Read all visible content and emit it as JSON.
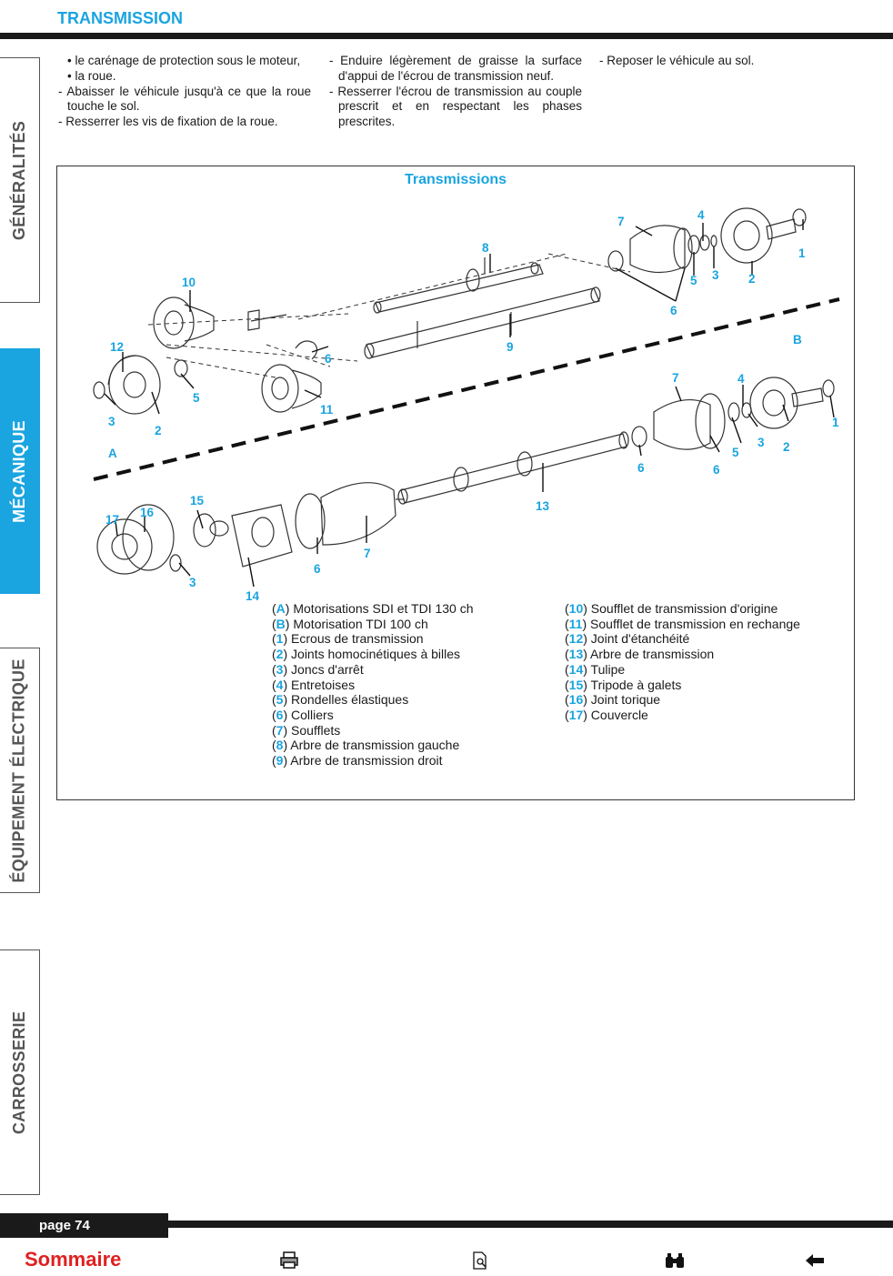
{
  "header": {
    "title": "TRANSMISSION"
  },
  "side_tabs": [
    {
      "label": "GÉNÉRALITÉS",
      "active": false
    },
    {
      "label": "MÉCANIQUE",
      "active": true
    },
    {
      "label": "ÉQUIPEMENT ÉLECTRIQUE",
      "active": false
    },
    {
      "label": "CARROSSERIE",
      "active": false
    }
  ],
  "columns": {
    "col1": [
      "• le carénage de protection sous le moteur,",
      "• la roue.",
      "- Abaisser le véhicule jusqu'à ce que la roue touche le sol.",
      "- Resserrer les vis de fixation de la roue."
    ],
    "col2": [
      "- Enduire légèrement de graisse la surface d'appui de l'écrou de transmission neuf.",
      "- Resserrer l'écrou de transmission au couple prescrit et en respectant les phases prescrites."
    ],
    "col3": [
      "- Reposer le véhicule au sol."
    ]
  },
  "figure": {
    "title": "Transmissions",
    "callouts": {
      "n1": "1",
      "n2": "2",
      "n3": "3",
      "n4": "4",
      "n5": "5",
      "n6": "6",
      "n7": "7",
      "n8": "8",
      "n9": "9",
      "n10": "10",
      "n11": "11",
      "n12": "12",
      "n13": "13",
      "n14": "14",
      "n15": "15",
      "n16": "16",
      "n17": "17",
      "A": "A",
      "B": "B"
    },
    "legend_left": [
      {
        "key": "A",
        "text": " Motorisations SDI et TDI 130 ch"
      },
      {
        "key": "B",
        "text": " Motorisation TDI 100 ch"
      },
      {
        "key": "1",
        "text": " Ecrous de transmission"
      },
      {
        "key": "2",
        "text": " Joints homocinétiques à billes"
      },
      {
        "key": "3",
        "text": " Joncs d'arrêt"
      },
      {
        "key": "4",
        "text": " Entretoises"
      },
      {
        "key": "5",
        "text": " Rondelles élastiques"
      },
      {
        "key": "6",
        "text": " Colliers"
      },
      {
        "key": "7",
        "text": " Soufflets"
      },
      {
        "key": "8",
        "text": " Arbre de transmission gauche"
      },
      {
        "key": "9",
        "text": " Arbre de transmission droit"
      }
    ],
    "legend_right": [
      {
        "key": "10",
        "text": " Soufflet de transmission d'origine"
      },
      {
        "key": "11",
        "text": " Soufflet de transmission en rechange"
      },
      {
        "key": "12",
        "text": " Joint d'étanchéité"
      },
      {
        "key": "13",
        "text": " Arbre de transmission"
      },
      {
        "key": "14",
        "text": " Tulipe"
      },
      {
        "key": "15",
        "text": " Tripode à galets"
      },
      {
        "key": "16",
        "text": " Joint torique"
      },
      {
        "key": "17",
        "text": " Couvercle"
      }
    ]
  },
  "footer": {
    "page_label": "page 74",
    "sommaire_label": "Sommaire",
    "icons": [
      "printer-icon",
      "page-search-icon",
      "binoculars-icon",
      "back-arrow-icon"
    ]
  },
  "colors": {
    "accent": "#1aa4e0",
    "sommaire": "#e02020",
    "bar": "#1a1a1a"
  }
}
